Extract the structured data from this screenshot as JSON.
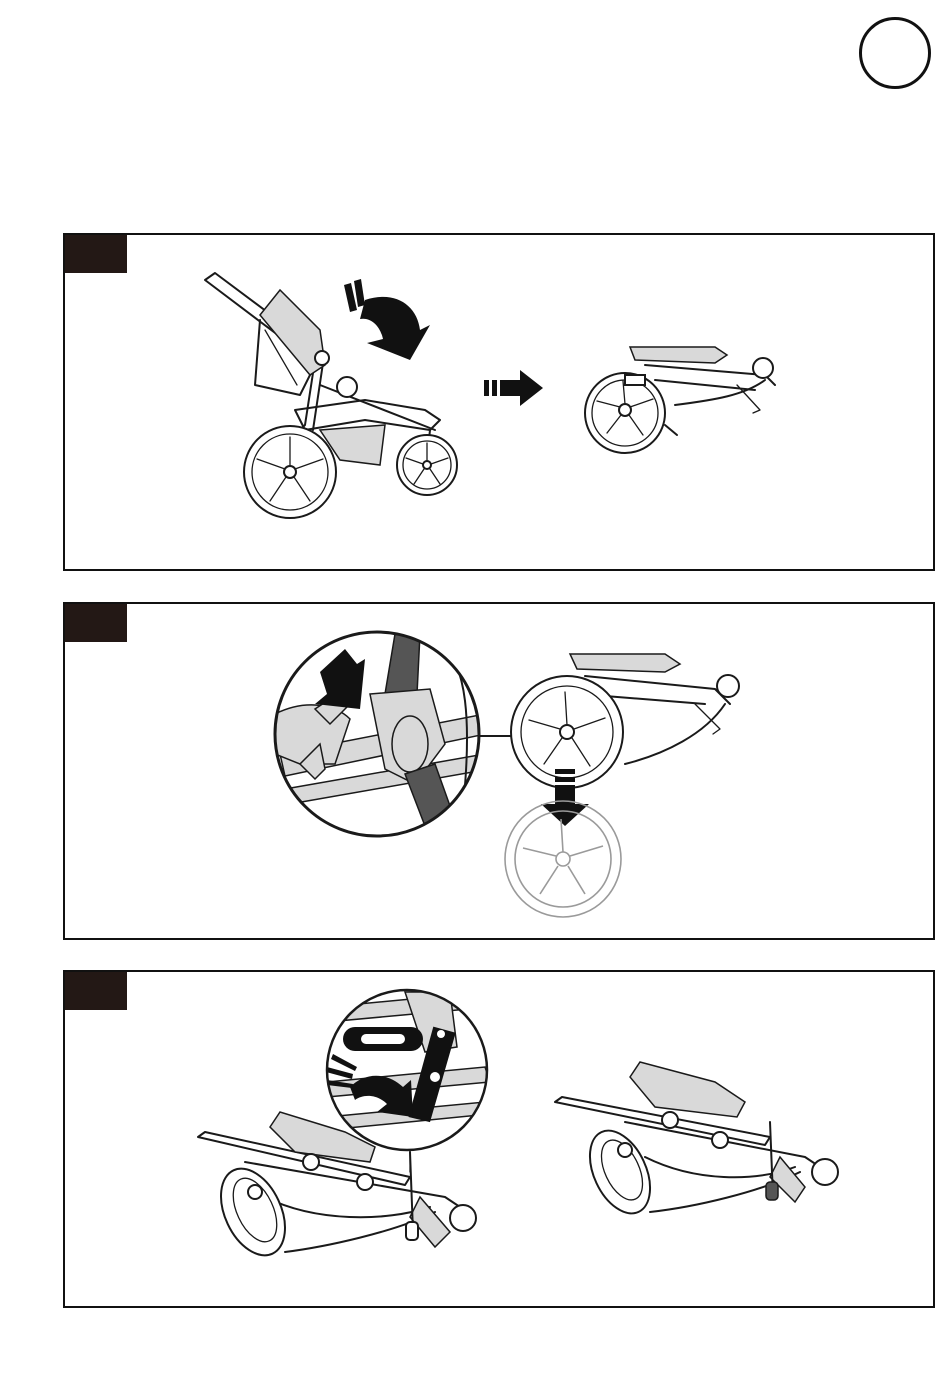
{
  "page": {
    "step_marker": "",
    "colors": {
      "tab_fill": "#231815",
      "line": "#1a1a1a",
      "shade": "#d9d9d9",
      "dark_shade": "#555555"
    }
  },
  "panels": [
    {
      "id": "fold-stroller",
      "label": "",
      "illustrations": [
        "stroller-open",
        "push-down-arrow-icon",
        "next-step-arrow-icon",
        "stroller-folded"
      ]
    },
    {
      "id": "remove-rear-wheel",
      "label": "",
      "illustrations": [
        "hand-pressing-release-button",
        "press-arrow-icon",
        "folded-stroller",
        "pull-down-arrow-icon",
        "detached-wheel"
      ]
    },
    {
      "id": "engage-fold-lock",
      "label": "",
      "illustrations": [
        "folded-stroller-unlocked",
        "lock-latch-detail",
        "rotate-arrow-icon",
        "folded-stroller-locked"
      ]
    }
  ]
}
